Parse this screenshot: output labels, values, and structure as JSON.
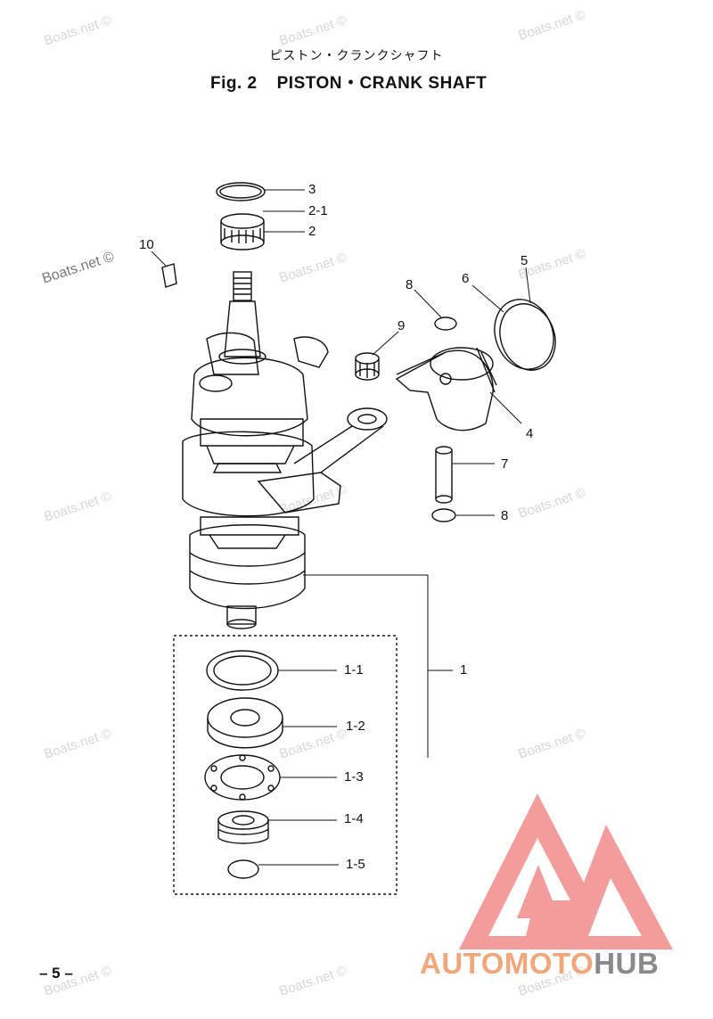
{
  "title_jp": "ピストン・クランクシャフト",
  "fig_label": "Fig. 2",
  "fig_title": "PISTON・CRANK SHAFT",
  "watermark": "Boats.net ©",
  "page_number": "– 5 –",
  "brand": {
    "part1": "AUTOMOTO",
    "part2": "HUB"
  },
  "colors": {
    "line": "#111111",
    "watermark": "#d6d6d6",
    "logo_red": "#f28b8b",
    "logo_orange": "#f0a77a"
  },
  "callouts": {
    "c3": "3",
    "c2_1": "2-1",
    "c2": "2",
    "c10": "10",
    "c8a": "8",
    "c6": "6",
    "c5": "5",
    "c9": "9",
    "c4": "4",
    "c7": "7",
    "c8b": "8",
    "c1": "1",
    "c1_1": "1-1",
    "c1_2": "1-2",
    "c1_3": "1-3",
    "c1_4": "1-4",
    "c1_5": "1-5"
  }
}
